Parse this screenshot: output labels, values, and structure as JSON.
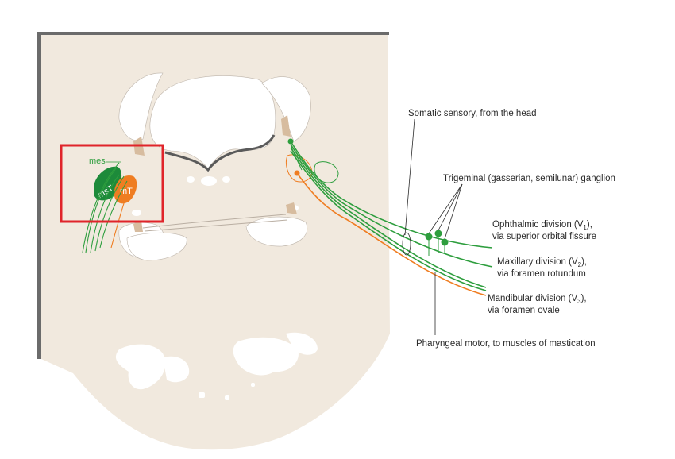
{
  "colors": {
    "tissue": "#f1e9de",
    "border_shadow": "#6b6b6b",
    "sensory": "#2e9e3e",
    "motor": "#ef7d22",
    "nucleus_green": "#1d8a3a",
    "highlight_box": "#e0242a",
    "bone": "#d7bc9f",
    "text": "#2b2b2b"
  },
  "nuclei": {
    "mes": "mes",
    "msT": "msT",
    "mT": "mT"
  },
  "labels": {
    "somatic": "Somatic sensory, from the head",
    "ganglion": "Trigeminal (gasserian, semilunar) ganglion",
    "v1_line1": "Ophthalmic division (V",
    "v1_sub": "1",
    "v1_end": "),",
    "v1_line2": "via superior orbital fissure",
    "v2_line1": "Maxillary division (V",
    "v2_sub": "2",
    "v2_end": "),",
    "v2_line2": "via foramen rotundum",
    "v3_line1": "Mandibular division (V",
    "v3_sub": "3",
    "v3_end": "),",
    "v3_line2": "via foramen ovale",
    "motor": "Pharyngeal motor, to muscles of mastication"
  }
}
